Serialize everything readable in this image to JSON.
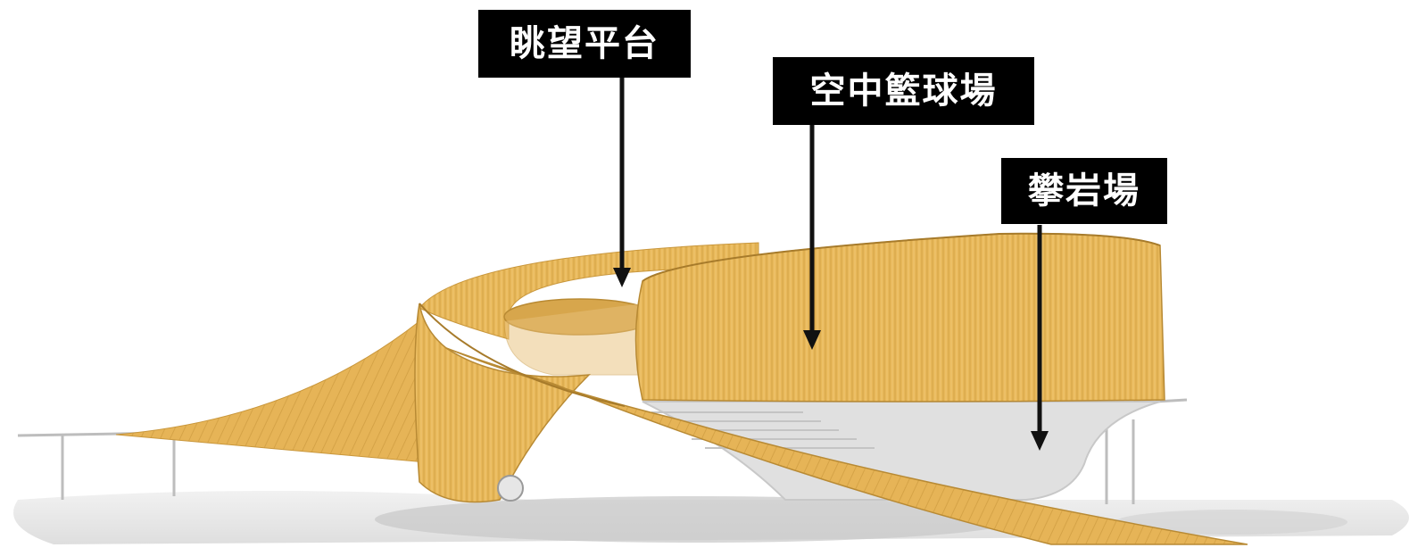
{
  "labels": {
    "observation_deck": "眺望平台",
    "sky_basketball_court": "空中籃球場",
    "climbing_area": "攀岩場"
  },
  "colors": {
    "ribbon": "#e8b85a",
    "ribbon_dark": "#c99a40",
    "ground_shadow": "#cfcfcf",
    "structure": "#dcdcdc",
    "label_bg": "#000000",
    "label_text": "#ffffff",
    "arrow": "#111111"
  }
}
